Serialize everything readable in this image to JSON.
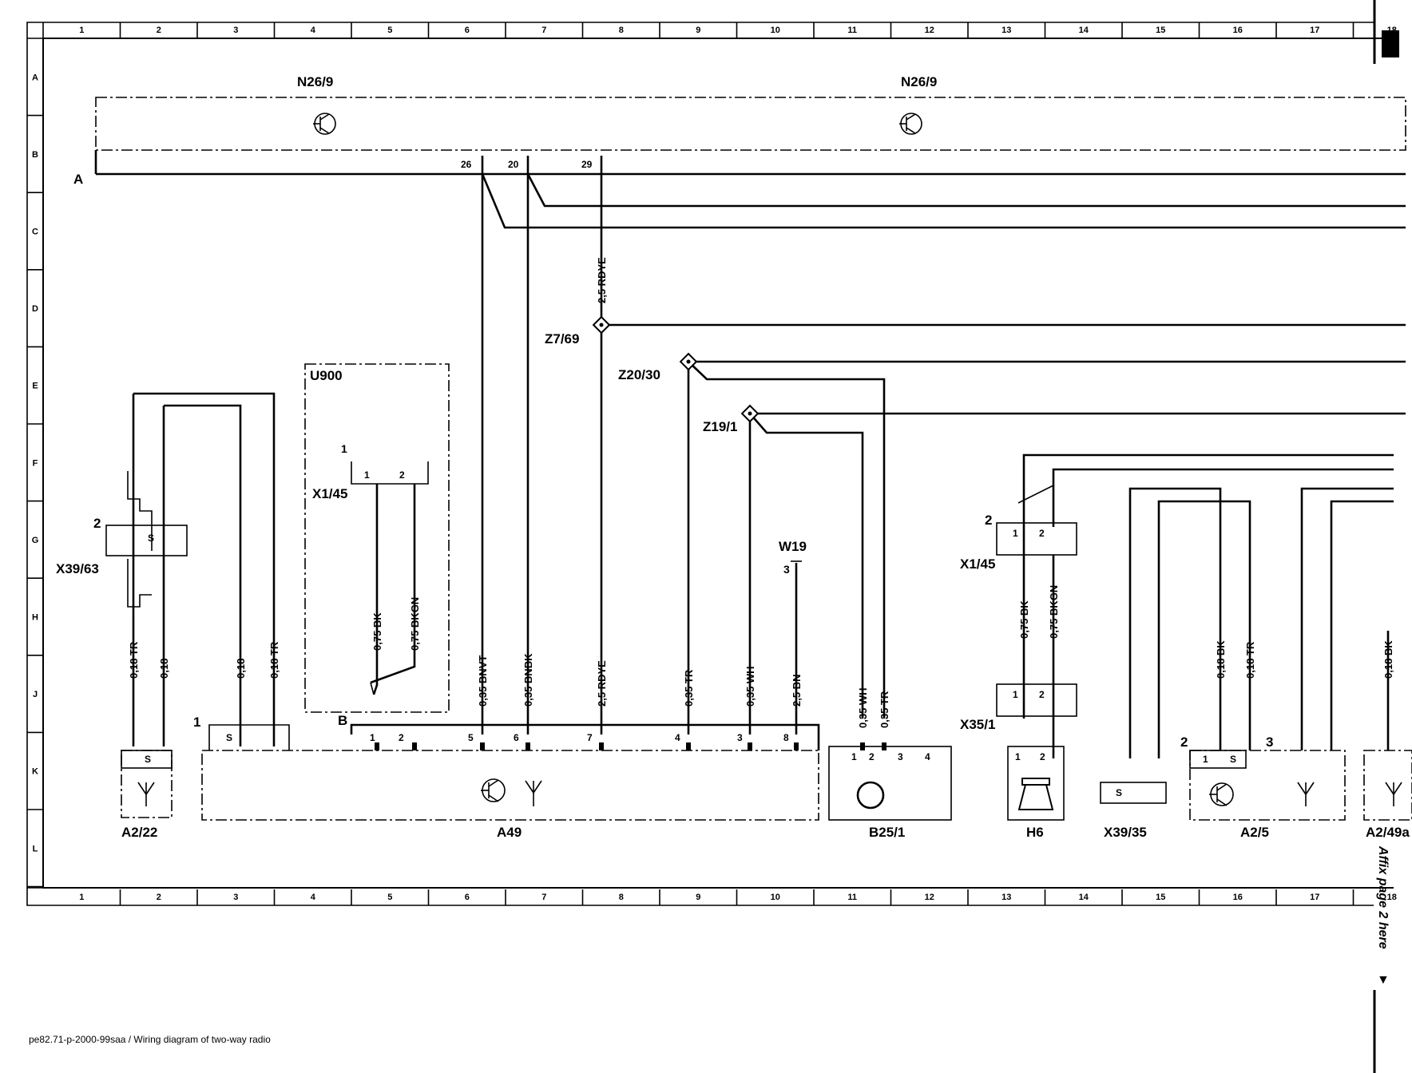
{
  "grid": {
    "columns": [
      "1",
      "2",
      "3",
      "4",
      "5",
      "6",
      "7",
      "8",
      "9",
      "10",
      "11",
      "12",
      "13",
      "14",
      "15",
      "16",
      "17",
      "18"
    ],
    "rows": [
      "A",
      "B",
      "C",
      "D",
      "E",
      "F",
      "G",
      "H",
      "J",
      "K",
      "L"
    ]
  },
  "labels": {
    "n26_9_left": "N26/9",
    "n26_9_right": "N26/9",
    "bus_a": "A",
    "bus_b": "B",
    "u900": "U900",
    "x1_45_left": "X1/45",
    "x1_45_right": "X1/45",
    "x39_63": "X39/63",
    "z7_69": "Z7/69",
    "z20_30": "Z20/30",
    "z19_1": "Z19/1",
    "w19": "W19",
    "x35_1": "X35/1",
    "a2_22": "A2/22",
    "a49": "A49",
    "b25_1": "B25/1",
    "h6": "H6",
    "x39_35": "X39/35",
    "a2_5": "A2/5",
    "a2_49a": "A2/49a"
  },
  "pins": {
    "n26_26": "26",
    "n26_20": "20",
    "n26_29": "29",
    "p1": "1",
    "p2": "2",
    "p3": "3",
    "p4": "4",
    "p5": "5",
    "p6": "6",
    "p7": "7",
    "p8": "8",
    "s": "S"
  },
  "wires": {
    "w_018_tr": "0,18 TR",
    "w_018": "0,18",
    "w_075_bk": "0,75 BK",
    "w_075_bkgn": "0,75 BKGN",
    "w_035_bnvt": "0,35 BNVT",
    "w_035_bnbk": "0,35 BNBK",
    "w_25_rdye": "2,5 RDYE",
    "w_035_tr": "0,35 TR",
    "w_035_wh": "0,35 WH",
    "w_25_bn": "2,5 BN",
    "w_018_bk": "0,18 BK"
  },
  "footer": {
    "caption": "pe82.71-p-2000-99saa / Wiring diagram of two-way radio",
    "affix_note": "Affix page 2 here"
  }
}
